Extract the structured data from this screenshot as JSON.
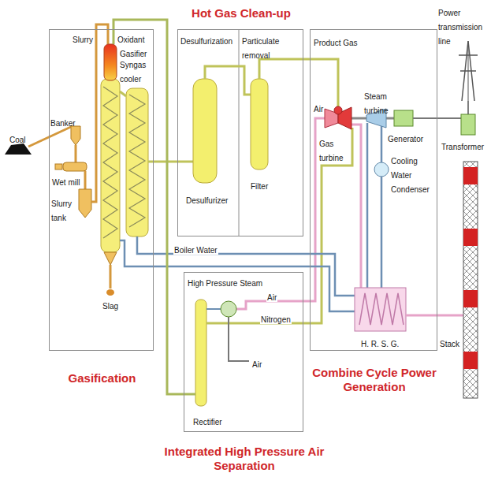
{
  "diagram": {
    "nodes": [
      {
        "text": [
          "Gasification"
        ]
      },
      {
        "text": [
          "Hot Gas Clean-up"
        ]
      },
      {
        "text": [
          "Combine Cycle Power Generation"
        ]
      },
      {
        "text": [
          "Integrated High Pressure Air Separation"
        ]
      }
    ],
    "edges": [
      {
        "from": 0,
        "to": 1,
        "arrow": "none"
      },
      {
        "from": 1,
        "to": 2,
        "arrow": "none"
      },
      {
        "from": 2,
        "to": 0,
        "label": "Boiler Water",
        "arrow": "none"
      },
      {
        "from": 0,
        "to": 2,
        "label": "High Pressure Steam",
        "arrow": "none"
      },
      {
        "from": 2,
        "to": 3,
        "label": "Air",
        "arrow": "none"
      },
      {
        "from": 3,
        "to": 2,
        "label": "Nitrogen",
        "arrow": "none"
      },
      {
        "from": 3,
        "to": 0,
        "arrow": "none"
      }
    ],
    "labels": [
      "Coal",
      "Banker",
      "Wet mill",
      "Slurry tank",
      "Slurry",
      "Oxidant",
      "Gasifier",
      "Syngas cooler",
      "Slag",
      "Desulfurization",
      "Particulate removal",
      "Desulfurizer",
      "Filter",
      "Product Gas",
      "Gas turbine",
      "Air",
      "Steam turbine",
      "Generator",
      "Power transmission line",
      "Transformer",
      "Cooling Water Condenser",
      "H. R. S. G.",
      "Stack",
      "Air",
      "Rectifier"
    ]
  }
}
